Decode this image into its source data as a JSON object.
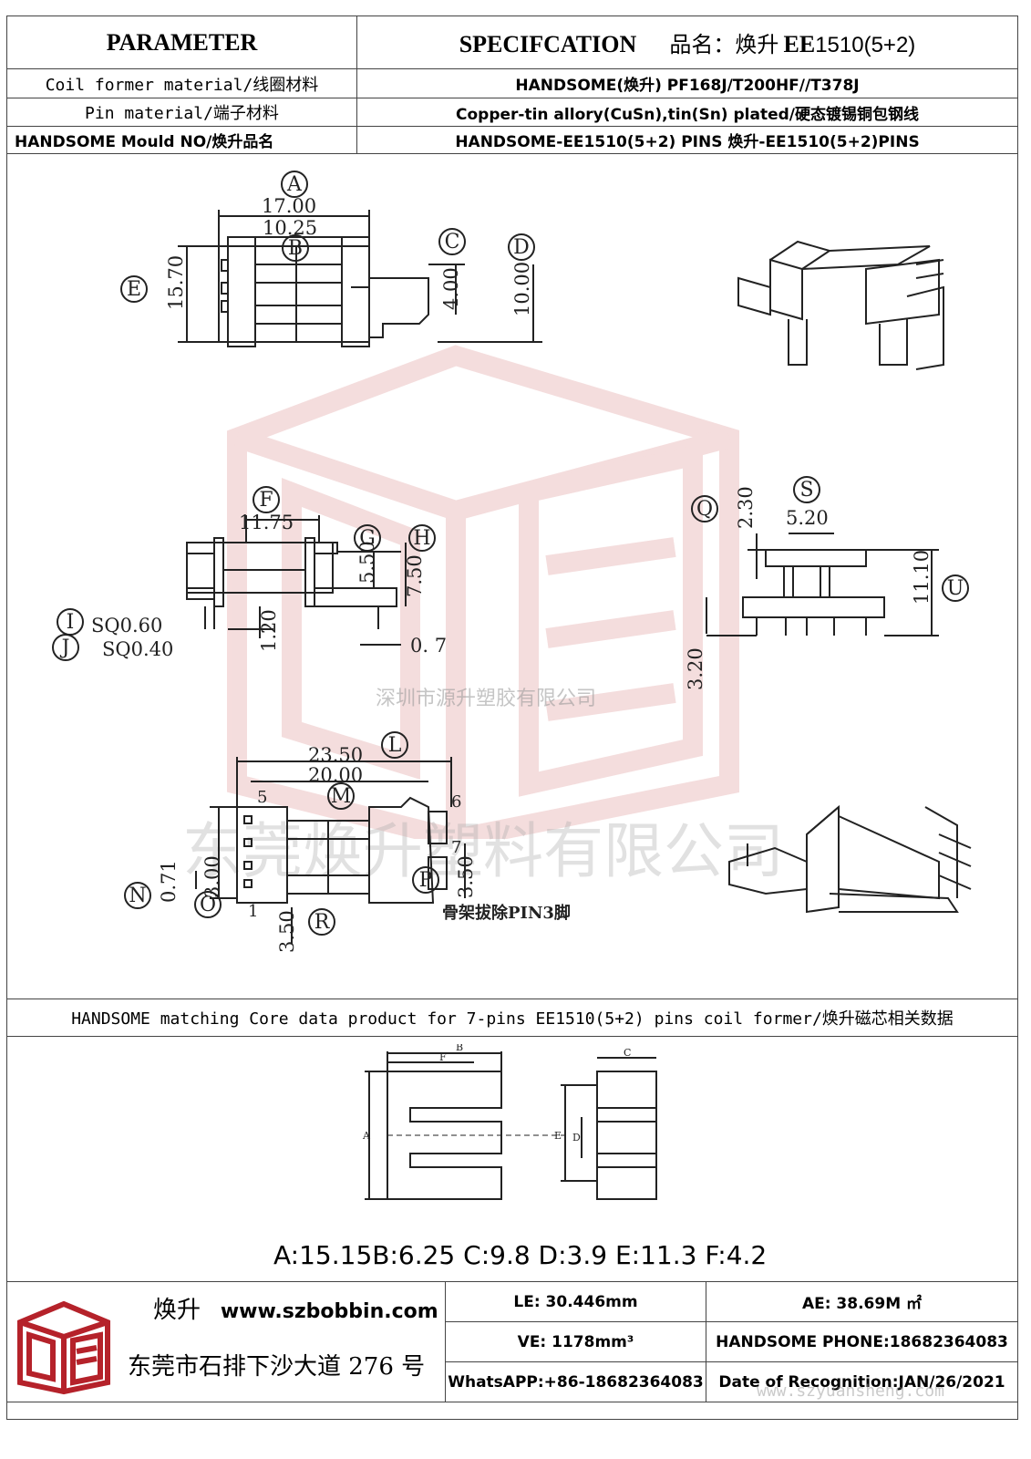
{
  "header": {
    "parameter_label": "PARAMETER",
    "spec_label": "SPECIFCATION",
    "product_name_label": "品名：焕升",
    "product_model_bold": "EE",
    "product_model": "1510(5+2)"
  },
  "params": [
    {
      "name": "Coil former material/线圈材料",
      "value": "HANDSOME(焕升)  PF168J/T200HF//T378J"
    },
    {
      "name": "Pin material/端子材料",
      "value": "Copper-tin allory(CuSn),tin(Sn) plated/硬态镀锡铜包钢线"
    },
    {
      "name": "HANDSOME Mould NO/焕升品名",
      "value": "HANDSOME-EE1510(5+2) PINS   焕升-EE1510(5+2)PINS"
    }
  ],
  "drawing": {
    "dims": {
      "A": "A",
      "B": "B",
      "C": "C",
      "D": "D",
      "E": "E",
      "F": "F",
      "G": "G",
      "H": "H",
      "I": "I",
      "J": "J",
      "L": "L",
      "M": "M",
      "N": "N",
      "O": "O",
      "P": "P",
      "Q": "Q",
      "R": "R",
      "S": "S",
      "U": "U",
      "v_1700": "17.00",
      "v_1025": "10.25",
      "v_1570": "15.70",
      "v_400": "4.00",
      "v_1000": "10.00",
      "v_1175": "11.75",
      "v_550": "5.50",
      "v_750": "7.50",
      "v_sq060": "SQ0.60",
      "v_sq040": "SQ0.40",
      "v_120": "1.20",
      "v_07": "0. 7",
      "v_230": "2.30",
      "v_520": "5.20",
      "v_1110": "11.10",
      "v_320": "3.20",
      "v_2350": "23.50",
      "v_2000": "20.00",
      "v_300": "3.00",
      "v_071": "0.71",
      "v_350a": "3.50",
      "v_350b": "3.50",
      "pin5": "5",
      "pin6": "6",
      "pin7": "7",
      "pin1": "1",
      "note": "骨架拔除PIN3脚"
    },
    "watermark_company": "深圳市源升塑胶有限公司",
    "watermark_big": "东莞焕升塑料有限公司"
  },
  "core": {
    "title": "HANDSOME matching Core data  product for 7-pins EE1510(5+2) pins coil former/焕升磁芯相关数据",
    "labels": {
      "A": "A",
      "B": "B",
      "C": "C",
      "D": "D",
      "E": "E",
      "F": "F"
    },
    "dims_text": "A:15.15B:6.25 C:9.8 D:3.9 E:11.3 F:4.2"
  },
  "footer": {
    "brand": "焕升",
    "website": "www.szbobbin.com",
    "address": "东莞市石排下沙大道 276 号",
    "le": "LE: 30.446mm",
    "ae": "AE: 38.69M ㎡",
    "ve": "VE: 1178mm³",
    "phone": "HANDSOME PHONE:18682364083",
    "whatsapp": "WhatsAPP:+86-18682364083",
    "date": "Date of Recognition:JAN/26/2021",
    "watermark_url": "www.szyuansheng.com"
  },
  "colors": {
    "logo_red": "#b5222a",
    "border": "#444444",
    "drawing": "#222222"
  }
}
